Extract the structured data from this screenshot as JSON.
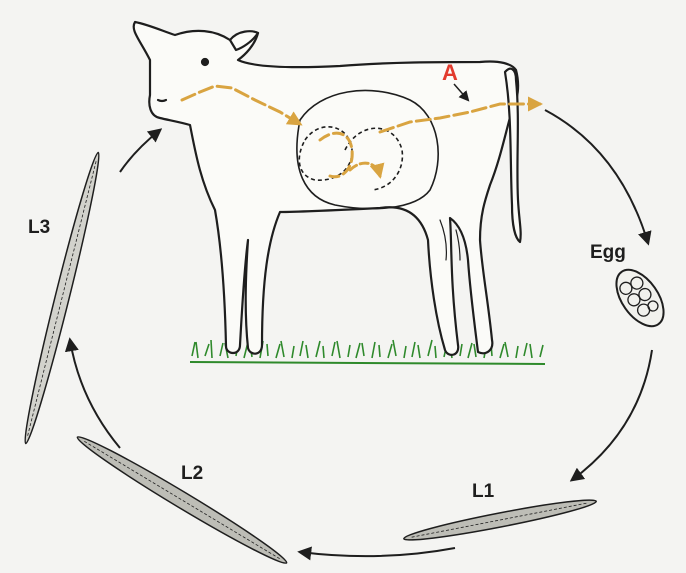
{
  "labels": {
    "egg": "Egg",
    "l1": "L1",
    "l2": "L2",
    "l3": "L3",
    "marker_a": "A"
  },
  "colors": {
    "outline": "#1e1e1e",
    "migration_path": "#d9a441",
    "marker": "#e23b2e",
    "grass": "#2f8a2c",
    "background": "#f4f4f2"
  },
  "icons": {
    "cow": "calf-illustration",
    "egg": "egg-icon",
    "larva": "larva-icon",
    "grass": "grass-icon"
  }
}
